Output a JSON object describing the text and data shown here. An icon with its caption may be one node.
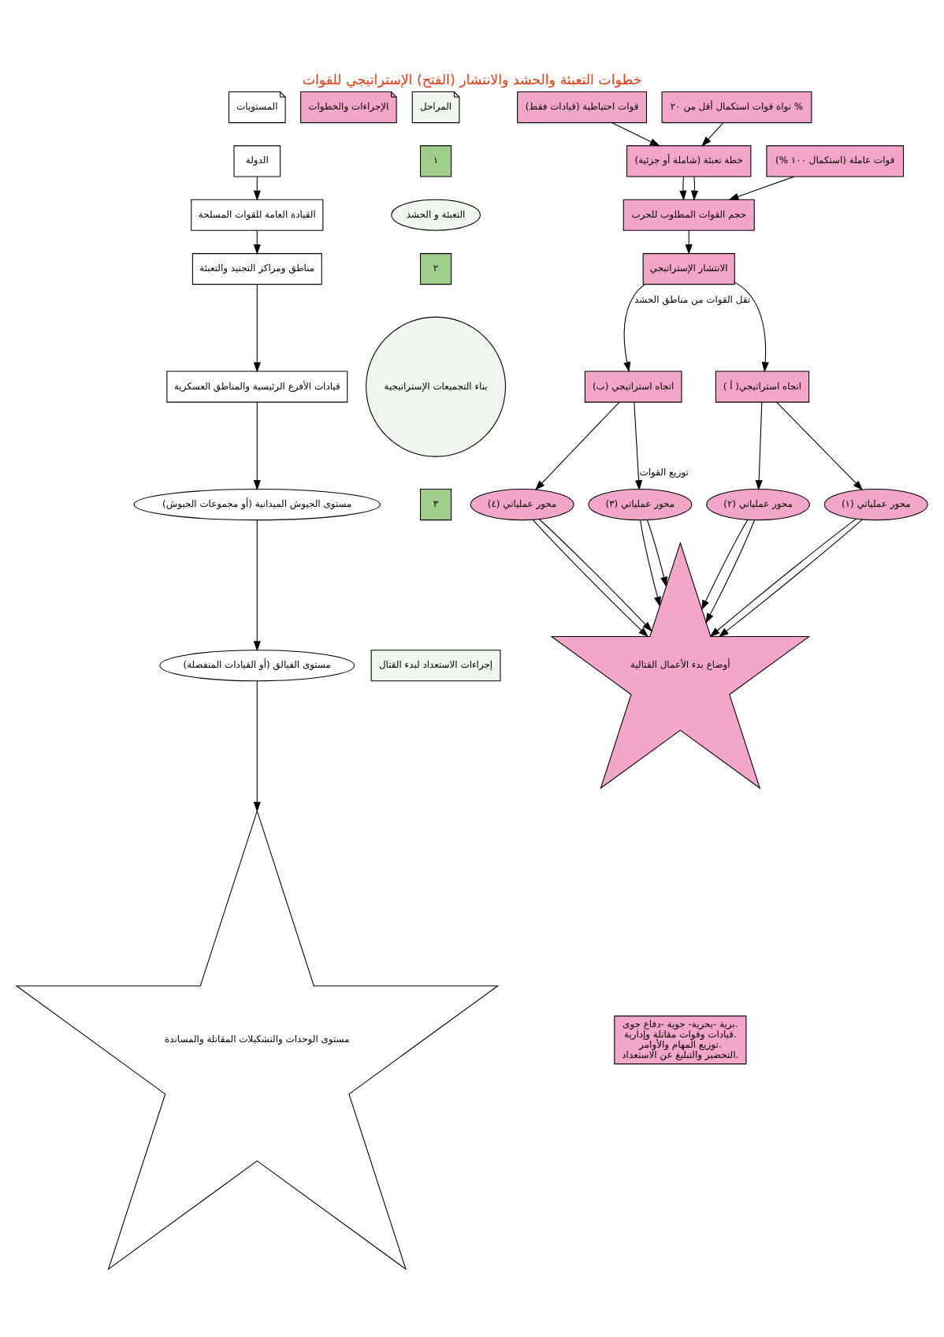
{
  "diagram": {
    "title": "خطوات التعبئة والحشد والانتشار (الفتح) الإستراتيجي للقوات",
    "nodes": [
      {
        "text": [
          "المستويات"
        ]
      },
      {
        "text": [
          "الإجراءات والخطوات"
        ]
      },
      {
        "text": [
          "المراحل"
        ]
      },
      {
        "text": [
          "قوات احتياطية (قيادات فقط)"
        ]
      },
      {
        "text": [
          "نواة قوات استكمال أقل من ٢٠ %"
        ]
      },
      {
        "text": [
          "قوات عاملة (استكمال ١٠٠ %)"
        ]
      },
      {
        "text": [
          "خطة تعبئة (شاملة أو جزئية)"
        ]
      },
      {
        "text": [
          "حجم القوات المطلوب للحرب"
        ]
      },
      {
        "text": [
          "الانتشار الإستراتيجي"
        ]
      },
      {
        "text": [
          "اتجاه استراتيجي (ب)"
        ]
      },
      {
        "text": [
          "اتجاه استراتيجي( أ )"
        ]
      },
      {
        "text": [
          "محور عملياتي (٤)"
        ]
      },
      {
        "text": [
          "محور عملياتي (٣)"
        ]
      },
      {
        "text": [
          "محور عملياتي (٢)"
        ]
      },
      {
        "text": [
          "محور عملياتي (١)"
        ]
      },
      {
        "text": [
          "أوضاع بدء الأعمال القتالية"
        ]
      },
      {
        "text": [
          "برية -بحرية- جوية -دفاع جوى.",
          "قيادات وقوات مقاتلة وإدارية.",
          "توزيع المهام والأوامر.",
          "التحضير والتبليغ عن الاستعداد."
        ]
      },
      {
        "text": [
          "الدولة"
        ]
      },
      {
        "text": [
          "القيادة العامة للقوات المسلحة"
        ]
      },
      {
        "text": [
          "مناطق ومراكز التجنيد والتعبئة"
        ]
      },
      {
        "text": [
          "قيادات الأفرع الرئيسية والمناطق العسكرية"
        ]
      },
      {
        "text": [
          "مستوى الجيوش الميدانية (أو مجموعات الجيوش)"
        ]
      },
      {
        "text": [
          "مستوى الفيالق (أو القيادات المنفصلة)"
        ]
      },
      {
        "text": [
          "مستوى الوحدات والتشكيلات المقاتلة والمساندة"
        ]
      },
      {
        "text": [
          "١"
        ]
      },
      {
        "text": [
          "التعبئة و الحشد"
        ]
      },
      {
        "text": [
          "٢"
        ]
      },
      {
        "text": [
          "بناء التجميعات الإستراتيجية"
        ]
      },
      {
        "text": [
          "٣"
        ]
      },
      {
        "text": [
          "إجراءات الاستعداد لبدء القتال"
        ]
      }
    ],
    "edges": [
      {
        "from": 3,
        "to": 6,
        "arrow": "to"
      },
      {
        "from": 4,
        "to": 6,
        "arrow": "to"
      },
      {
        "from": 6,
        "to": 7,
        "arrow": "to"
      },
      {
        "from": 6,
        "to": 7,
        "arrow": "to"
      },
      {
        "from": 5,
        "to": 7,
        "arrow": "to"
      },
      {
        "from": 7,
        "to": 8,
        "arrow": "to"
      },
      {
        "from": 8,
        "to": 9,
        "arrow": "to",
        "label": "نقل القوات من مناطق الحشد"
      },
      {
        "from": 8,
        "to": 10,
        "arrow": "to"
      },
      {
        "from": 9,
        "to": 11,
        "arrow": "to"
      },
      {
        "from": 9,
        "to": 12,
        "arrow": "to",
        "label": "توزيع القوات"
      },
      {
        "from": 10,
        "to": 13,
        "arrow": "to"
      },
      {
        "from": 10,
        "to": 14,
        "arrow": "to"
      },
      {
        "from": 11,
        "to": 15,
        "arrow": "to"
      },
      {
        "from": 11,
        "to": 15,
        "arrow": "to"
      },
      {
        "from": 12,
        "to": 15,
        "arrow": "to"
      },
      {
        "from": 12,
        "to": 15,
        "arrow": "to"
      },
      {
        "from": 13,
        "to": 15,
        "arrow": "to"
      },
      {
        "from": 13,
        "to": 15,
        "arrow": "to"
      },
      {
        "from": 14,
        "to": 15,
        "arrow": "to"
      },
      {
        "from": 14,
        "to": 15,
        "arrow": "to"
      },
      {
        "from": 17,
        "to": 18,
        "arrow": "to"
      },
      {
        "from": 18,
        "to": 19,
        "arrow": "to"
      },
      {
        "from": 19,
        "to": 20,
        "arrow": "to"
      },
      {
        "from": 20,
        "to": 21,
        "arrow": "to"
      },
      {
        "from": 21,
        "to": 22,
        "arrow": "to"
      },
      {
        "from": 22,
        "to": 23,
        "arrow": "to"
      }
    ]
  }
}
